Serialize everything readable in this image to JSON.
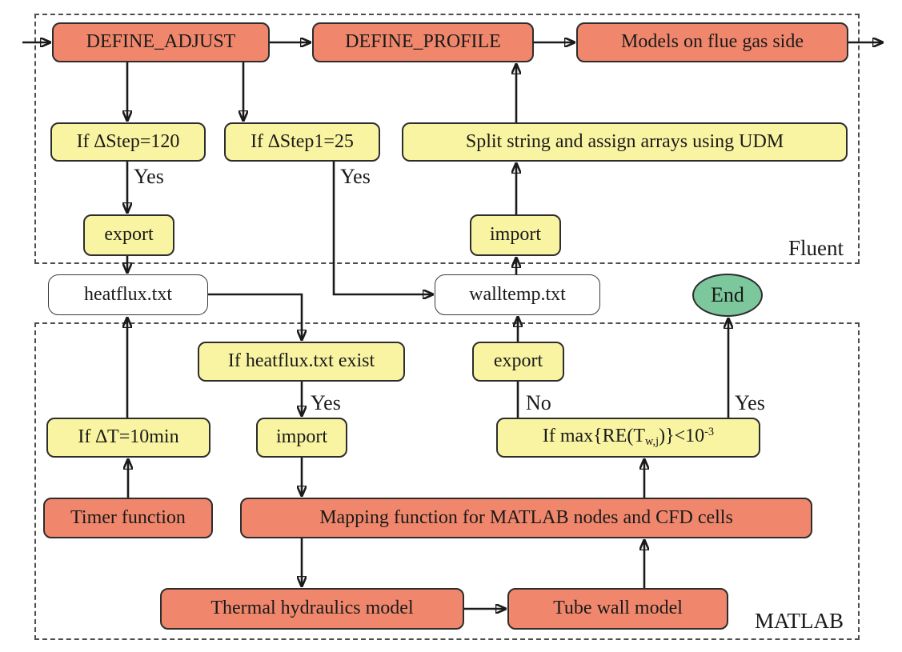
{
  "regions": {
    "fluent": {
      "label": "Fluent"
    },
    "matlab": {
      "label": "MATLAB"
    }
  },
  "nodes": {
    "define_adjust": {
      "label": "DEFINE_ADJUST",
      "type": "process"
    },
    "define_profile": {
      "label": "DEFINE_PROFILE",
      "type": "process"
    },
    "models_flue_gas": {
      "label": "Models on flue gas side",
      "type": "process"
    },
    "if_step_120": {
      "label": "If ∆Step=120",
      "type": "condition"
    },
    "if_step1_25": {
      "label": "If ∆Step1=25",
      "type": "condition"
    },
    "split_string": {
      "label": "Split string and assign arrays using UDM",
      "type": "condition"
    },
    "export_fluent": {
      "label": "export",
      "type": "condition"
    },
    "import_fluent": {
      "label": "import",
      "type": "condition"
    },
    "heatflux_file": {
      "label": "heatflux.txt",
      "type": "file"
    },
    "walltemp_file": {
      "label": "walltemp.txt",
      "type": "file"
    },
    "end": {
      "label": "End",
      "type": "terminal"
    },
    "if_heatflux_exist": {
      "label": "If heatflux.txt exist",
      "type": "condition"
    },
    "export_matlab": {
      "label": "export",
      "type": "condition"
    },
    "if_dt_10min": {
      "label": "If ∆T=10min",
      "type": "condition"
    },
    "import_matlab": {
      "label": "import",
      "type": "condition"
    },
    "if_max_re": {
      "pre": "If max{RE(T",
      "sub": "w,j",
      "mid": ")}<10",
      "sup": "-3",
      "type": "condition"
    },
    "timer_function": {
      "label": "Timer function",
      "type": "process"
    },
    "mapping_function": {
      "label": "Mapping function for MATLAB nodes and CFD cells",
      "type": "process"
    },
    "thermal_model": {
      "label": "Thermal hydraulics model",
      "type": "process"
    },
    "tube_wall_model": {
      "label": "Tube wall model",
      "type": "process"
    }
  },
  "edge_labels": {
    "yes_step120": "Yes",
    "yes_step1": "Yes",
    "yes_heatflux": "Yes",
    "no_converge": "No",
    "yes_converge": "Yes"
  },
  "colors": {
    "process_fill": "#F0876C",
    "condition_fill": "#F9F4A1",
    "file_fill": "#FFFFFF",
    "terminal_fill": "#7CC79B",
    "edge": "#1A1A1A",
    "region_border": "#4D4D4D"
  }
}
